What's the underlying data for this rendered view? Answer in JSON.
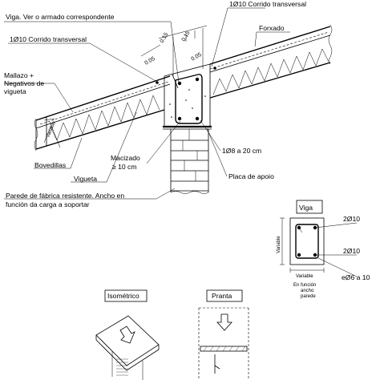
{
  "labels": {
    "viga_ver": "Viga. Ver o armado correspondente",
    "top_rebar": "1Ø10 Corrido transversal",
    "left_rebar": "1Ø10 Corrido transversal",
    "forxado": "Forxado",
    "mallazo": "Mallazo +\nNegativos de\nvigueta",
    "variable": "Variable",
    "bovedillas": "Bovedillas",
    "vigueta": "Vigueta",
    "macizado": "Macizado\n≥ 10 cm",
    "stirrup": "1Ø8 a 20 cm",
    "placa": "Placa de apoio",
    "parede": "Parede de fábrica resistente. Ancho en\nfunción da carga a soportar"
  },
  "dimensions": {
    "d1": "0.05",
    "d2": "0.15",
    "d3": "0.15",
    "d4": "0.05"
  },
  "section": {
    "title": "Viga",
    "top_bars": "2Ø10",
    "bottom_bars": "2Ø10",
    "stirrups": "eØ6 a 10",
    "side_label": "Variable",
    "bottom_label": "Variable",
    "width_note": "En función\nancho\nparede"
  },
  "views": {
    "isometric": "Isométrico",
    "plan": "Pranta"
  }
}
